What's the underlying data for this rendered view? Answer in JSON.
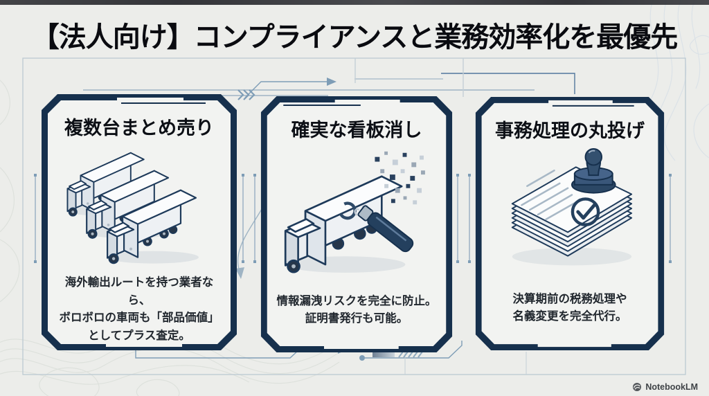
{
  "header": {
    "title": "【法人向け】コンプライアンスと業務効率化を最優先"
  },
  "cards": [
    {
      "id": "bulk-sale",
      "title": "複数台まとめ売り",
      "body": "海外輸出ルートを持つ業者なら、\nボロボロの車両も「部品価値」\nとしてプラス査定。",
      "icon": "trucks-fleet-illustration"
    },
    {
      "id": "sign-removal",
      "title": "確実な看板消し",
      "body": "情報漏洩リスクを完全に防止。\n証明書発行も可能。",
      "icon": "truck-logo-erase-illustration"
    },
    {
      "id": "paperwork-outsourcing",
      "title": "事務処理の丸投げ",
      "body": "決算期前の税務処理や\n名義変更を完全代行。",
      "icon": "documents-stamp-illustration"
    }
  ],
  "footer": {
    "brand": "NotebookLM"
  },
  "colors": {
    "background": "#ECEDEA",
    "frame_navy": "#16304D",
    "circuit_blue": "#8FA9BE",
    "title_text": "#0A0B10",
    "watermark_gray": "#3F4347"
  }
}
